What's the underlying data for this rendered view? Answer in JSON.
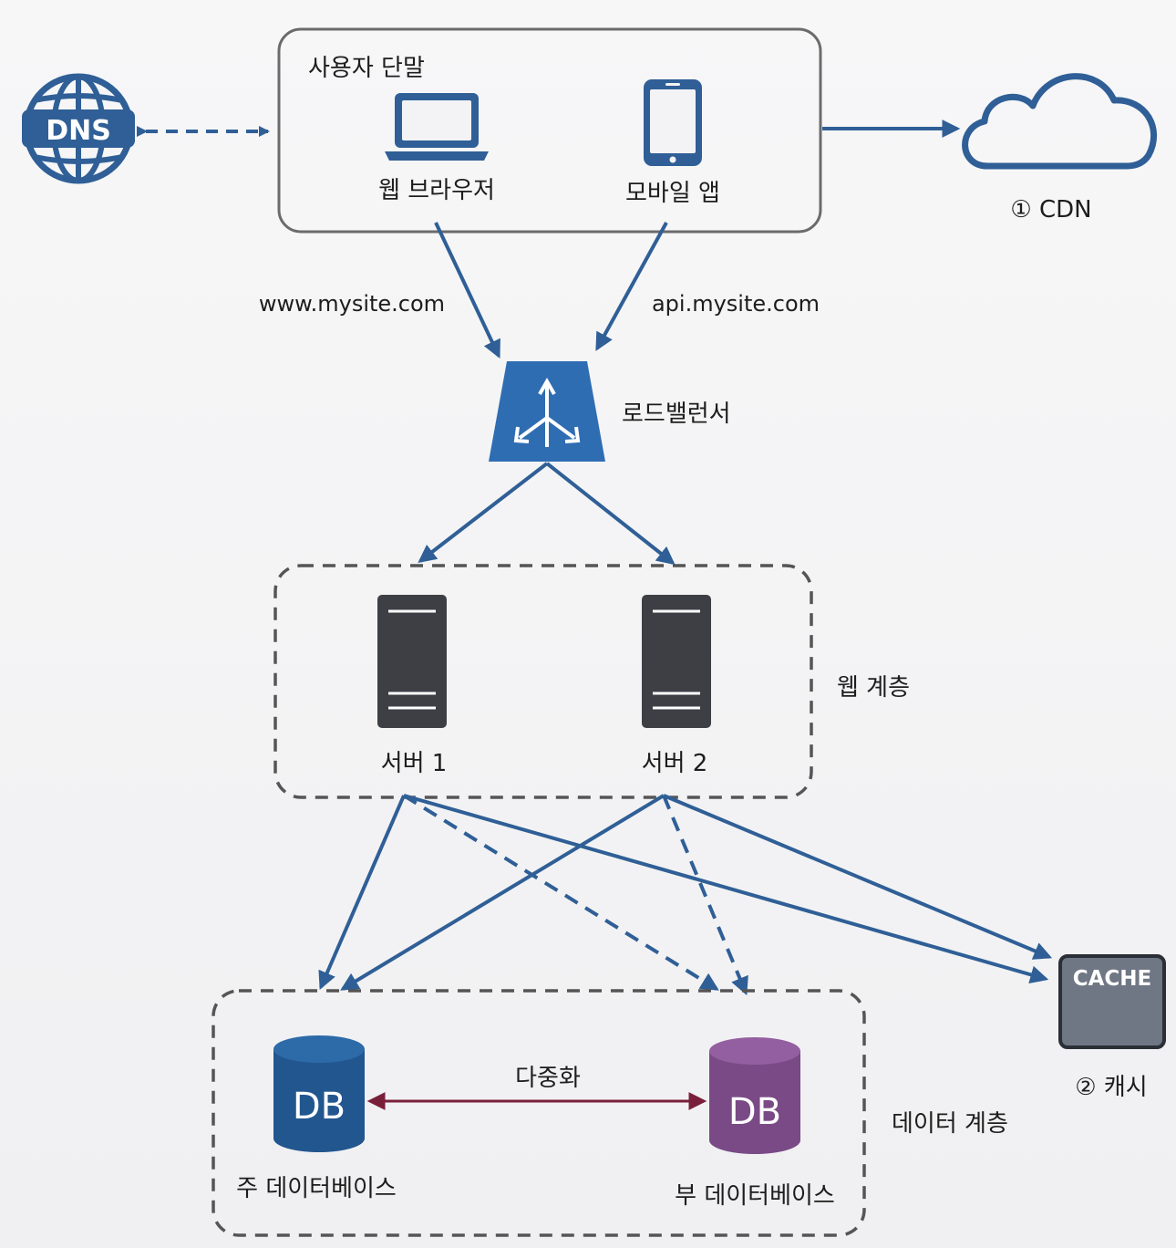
{
  "client_group": {
    "title": "사용자 단말",
    "web_browser": "웹 브라우저",
    "mobile_app": "모바일 앱"
  },
  "dns": {
    "icon_text": "DNS"
  },
  "cdn": {
    "label": "① CDN"
  },
  "routes": {
    "web_domain": "www.mysite.com",
    "api_domain": "api.mysite.com"
  },
  "load_balancer": {
    "label": "로드밸런서"
  },
  "web_tier": {
    "label": "웹 계층",
    "server1": "서버 1",
    "server2": "서버 2"
  },
  "cache": {
    "icon_text": "CACHE",
    "label": "② 캐시"
  },
  "data_tier": {
    "label": "데이터 계층",
    "primary_db_label": "주 데이터베이스",
    "secondary_db_label": "부 데이터베이스",
    "db_icon_text": "DB",
    "replication_label": "다중화"
  },
  "colors": {
    "arrow_blue": "#2f5f96",
    "lb_blue": "#2f6db3",
    "primary_db": "#22568f",
    "secondary_db": "#7a4a86",
    "replication_arrow": "#7a1f3a",
    "server_dark": "#3d3f45",
    "cache_gray": "#6f7785"
  }
}
